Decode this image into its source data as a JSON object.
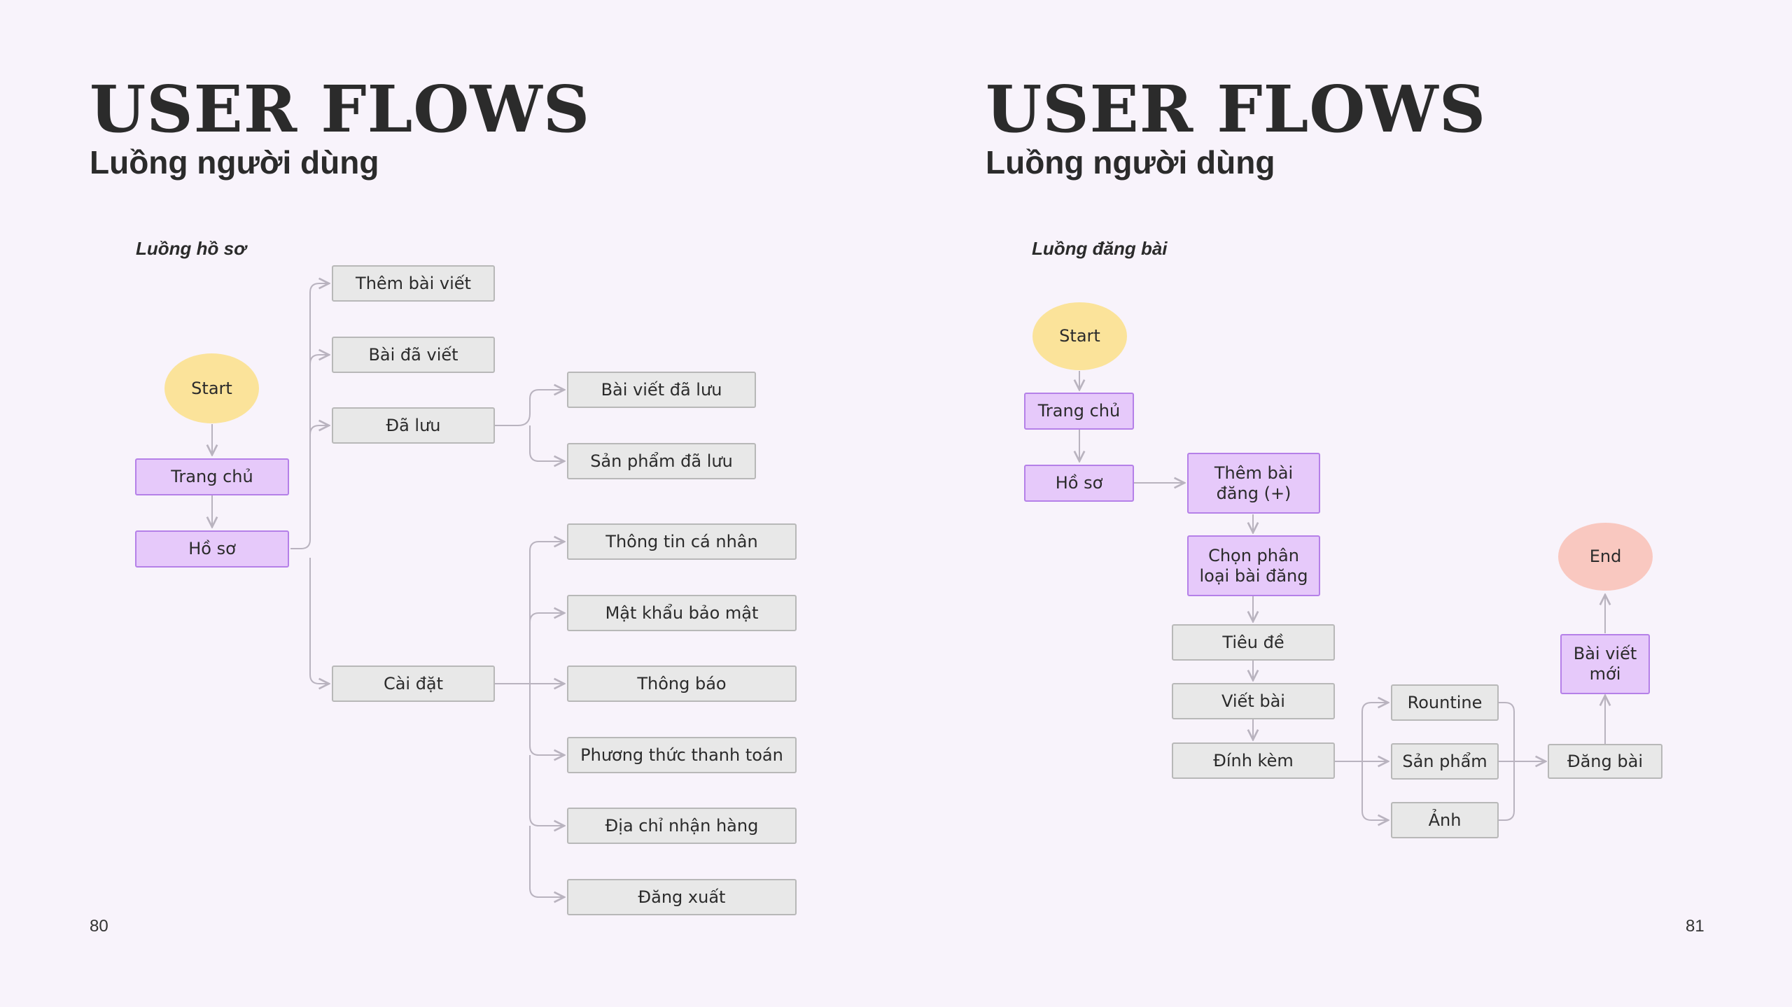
{
  "left_page": {
    "title": "USER FLOWS",
    "subtitle": "Luồng người dùng",
    "section": "Luồng hồ sơ",
    "page_number": "80",
    "nodes": {
      "start": "Start",
      "home": "Trang chủ",
      "profile": "Hồ sơ",
      "add_post": "Thêm bài viết",
      "posted": "Bài đã viết",
      "saved": "Đã lưu",
      "saved_posts": "Bài viết đã lưu",
      "saved_products": "Sản phẩm đã lưu",
      "settings": "Cài đặt",
      "personal_info": "Thông tin cá nhân",
      "password_security": "Mật khẩu bảo mật",
      "notifications": "Thông báo",
      "payment_methods": "Phương thức thanh toán",
      "shipping_address": "Địa chỉ nhận hàng",
      "logout": "Đăng xuất"
    }
  },
  "right_page": {
    "title": "USER FLOWS",
    "subtitle": "Luồng người dùng",
    "section": "Luồng đăng bài",
    "page_number": "81",
    "nodes": {
      "start": "Start",
      "home": "Trang chủ",
      "profile": "Hồ sơ",
      "add_post": "Thêm bài đăng (+)",
      "choose_category": "Chọn phân loại bài đăng",
      "title_field": "Tiêu đề",
      "write_post": "Viết bài",
      "attach": "Đính kèm",
      "routine": "Rountine",
      "product": "Sản phẩm",
      "photo": "Ảnh",
      "publish": "Đăng bài",
      "new_post": "Bài viết mới",
      "end": "End"
    }
  }
}
